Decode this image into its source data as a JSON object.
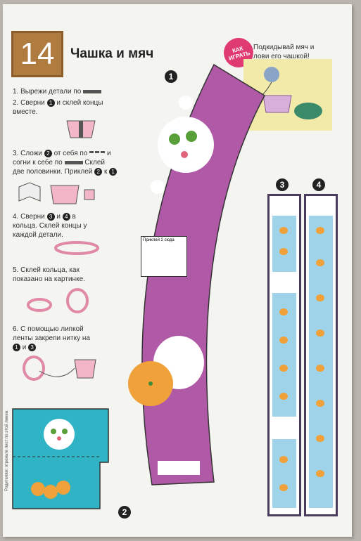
{
  "header": {
    "number": "14",
    "title": "Чашка и мяч"
  },
  "how_to_play": {
    "badge": "КАК ИГРАТЬ",
    "text": "Подкидывай мяч и лови его чашкой!"
  },
  "steps": [
    {
      "a": "1. Вырежи детали по"
    },
    {
      "a": "2. Сверни",
      "b": "и склей концы вместе.",
      "n1": "1"
    },
    {
      "a": "3. Сложи",
      "b": "от себя по",
      "c": "и согни к себе по",
      "d": "Склей две половинки. Приклей",
      "e": "к",
      "n1": "2",
      "n2": "2",
      "n3": "1"
    },
    {
      "a": "4. Сверни",
      "b": "и",
      "c": "в кольца. Склей концы у каждой детали.",
      "n1": "3",
      "n2": "4"
    },
    {
      "a": "5. Склей кольца, как показано на картинке."
    },
    {
      "a": "6. С помощью липкой ленты закрепи нитку на",
      "b": "и",
      "n1": "1",
      "n2": "3"
    }
  ],
  "labels": {
    "part1": "1",
    "part2": "2",
    "part3": "3",
    "part4": "4",
    "glue_here": "Приклей 2 сюда"
  },
  "side_note": "Родителям: отрежьте лист по этой линии.",
  "colors": {
    "purple": "#b05aa7",
    "teal": "#2fb3c5",
    "orange": "#f0a13a",
    "blue": "#9fd3ea",
    "brown": "#b07b3e"
  }
}
